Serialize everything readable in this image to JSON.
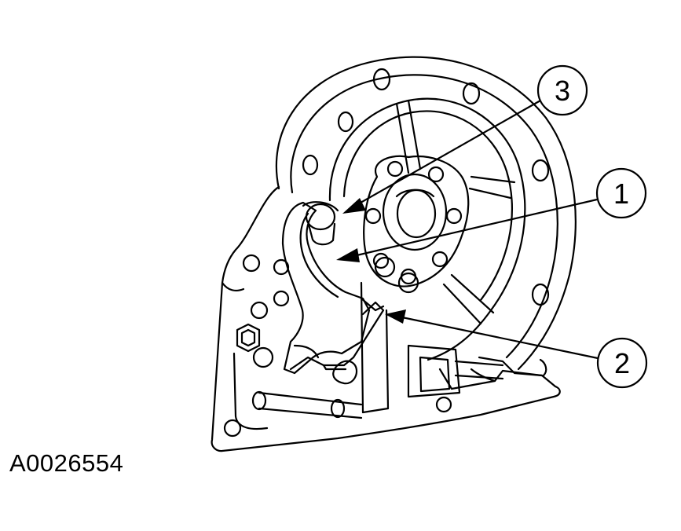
{
  "figure": {
    "id": "A0026554"
  },
  "callouts": [
    {
      "number": "3"
    },
    {
      "number": "1"
    },
    {
      "number": "2"
    }
  ],
  "colors": {
    "line": "#000000",
    "background": "#ffffff"
  }
}
